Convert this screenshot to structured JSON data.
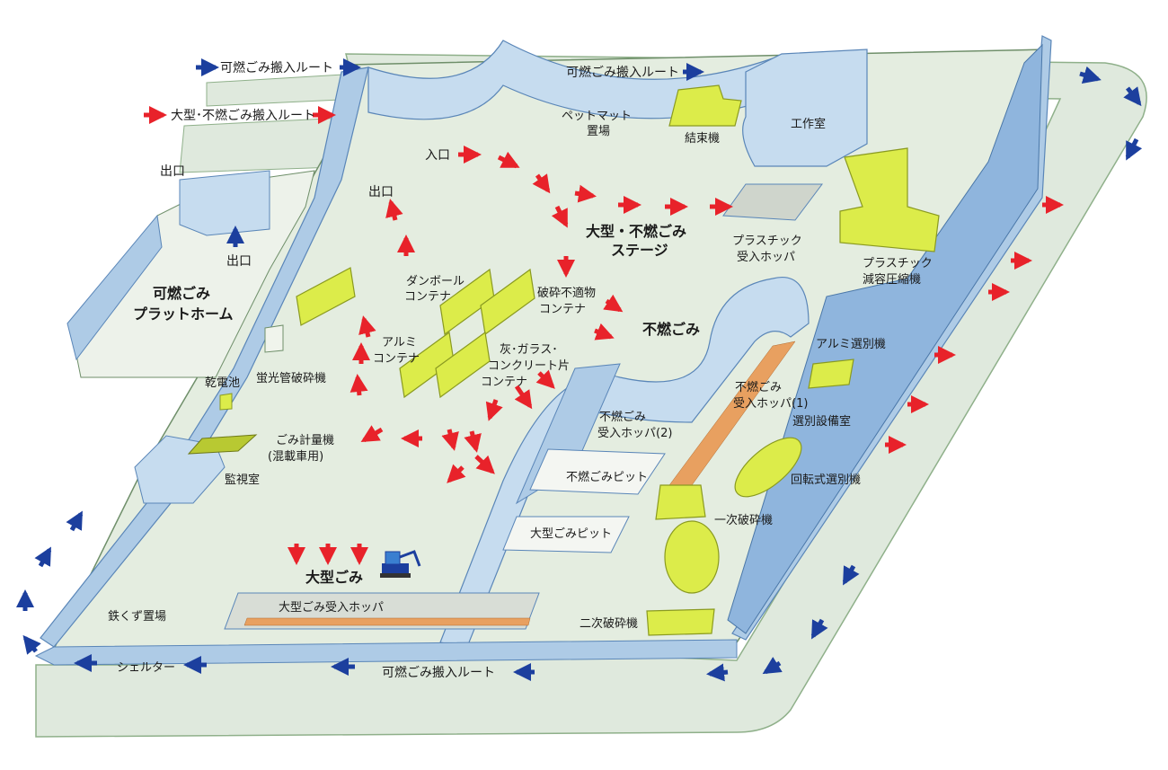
{
  "labels": {
    "burnable_route_tl": "可燃ごみ搬入ルート",
    "bulky_route": "大型･不燃ごみ搬入ルート",
    "burnable_route_top": "可燃ごみ搬入ルート",
    "burnable_route_bottom": "可燃ごみ搬入ルート",
    "exit_left": "出口",
    "exit_left2": "出口",
    "exit_inner": "出口",
    "entrance": "入口",
    "burnable_platform_1": "可燃ごみ",
    "burnable_platform_2": "プラットホーム",
    "pet_mat_1": "ペットマット",
    "pet_mat_2": "置場",
    "binding_machine": "結束機",
    "workshop": "工作室",
    "stage_1": "大型・不燃ごみ",
    "stage_2": "ステージ",
    "plastic_hopper_1": "プラスチック",
    "plastic_hopper_2": "受入ホッパ",
    "plastic_compressor_1": "プラスチック",
    "plastic_compressor_2": "減容圧縮機",
    "cardboard_1": "ダンボール",
    "cardboard_2": "コンテナ",
    "unsuitable_1": "破砕不適物",
    "unsuitable_2": "コンテナ",
    "aluminum_1": "アルミ",
    "aluminum_2": "コンテナ",
    "ash_1": "灰･ガラス･",
    "ash_2": "コンクリート片",
    "ash_3": "コンテナ",
    "nonburnable": "不燃ごみ",
    "fluorescent_crusher": "蛍光管破砕機",
    "dry_battery": "乾電池",
    "aluminum_sorter": "アルミ選別機",
    "nb_hopper1_1": "不燃ごみ",
    "nb_hopper1_2": "受入ホッパ(1)",
    "sorting_room": "選別設備室",
    "nb_hopper2_1": "不燃ごみ",
    "nb_hopper2_2": "受入ホッパ(2)",
    "scale_1": "ごみ計量機",
    "scale_2": "(混載車用)",
    "monitor_room": "監視室",
    "nb_pit": "不燃ごみピット",
    "rotary_sorter": "回転式選別機",
    "bulky_pit": "大型ごみピット",
    "primary_crusher": "一次破砕機",
    "bulky": "大型ごみ",
    "bulky_hopper": "大型ごみ受入ホッパ",
    "scrap_iron": "鉄くず置場",
    "secondary_crusher": "二次破砕機",
    "shelter": "シェルター"
  },
  "colors": {
    "floor": "#e4ede0",
    "wall": "#aecbe6",
    "wall_dark": "#7aa6d4",
    "road": "#dfe9dd",
    "equipment": "#dcec4a",
    "equipment_dark": "#b8c932",
    "route_red": "#e8222a",
    "route_blue": "#1c3f9e"
  },
  "icons": {
    "excavator": "excavator-icon",
    "red_arrow": "red-arrow-icon",
    "blue_arrow": "blue-arrow-icon"
  }
}
